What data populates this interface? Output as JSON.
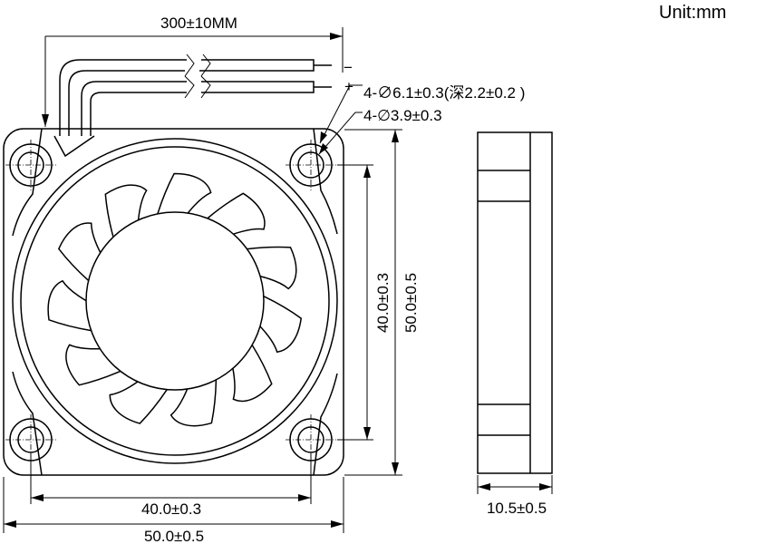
{
  "unit_label": "Unit:mm",
  "cable": {
    "length": "300±10MM",
    "neg_mark": "−",
    "pos_mark": "+"
  },
  "holes": {
    "outer": "4-∅6.1±0.3(深2.2±0.2 )",
    "inner": "4-∅3.9±0.3"
  },
  "dimensions": {
    "hole_spacing_h": "40.0±0.3",
    "frame_width": "50.0±0.5",
    "hole_spacing_v": "40.0±0.3",
    "frame_height": "50.0±0.5",
    "thickness": "10.5±0.5"
  },
  "colors": {
    "line": "#000000",
    "paper": "#ffffff"
  }
}
